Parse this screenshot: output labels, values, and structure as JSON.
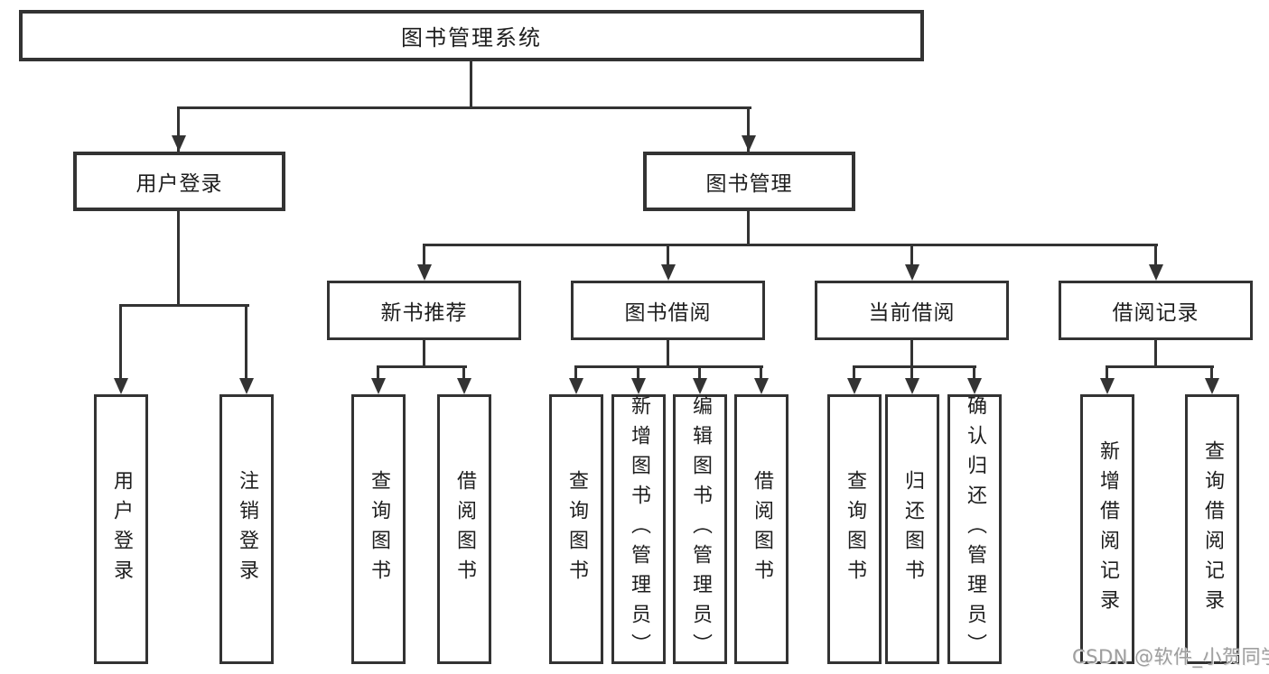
{
  "root": {
    "label": "图书管理系统"
  },
  "level2": {
    "user_login": {
      "label": "用户登录"
    },
    "book_mgmt": {
      "label": "图书管理"
    }
  },
  "level3": {
    "new_books": {
      "label": "新书推荐"
    },
    "borrowing": {
      "label": "图书借阅"
    },
    "current": {
      "label": "当前借阅"
    },
    "records": {
      "label": "借阅记录"
    }
  },
  "leaves": {
    "login": {
      "label": "用户登录"
    },
    "logout": {
      "label": "注销登录"
    },
    "nb_query": {
      "label": "查询图书"
    },
    "nb_borrow": {
      "label": "借阅图书"
    },
    "bw_query": {
      "label": "查询图书"
    },
    "bw_add": {
      "label": "新增图书（管理员）"
    },
    "bw_edit": {
      "label": "编辑图书（管理员）"
    },
    "bw_borrow": {
      "label": "借阅图书"
    },
    "cur_query": {
      "label": "查询图书"
    },
    "cur_return": {
      "label": "归还图书"
    },
    "cur_confirm": {
      "label": "确认归还（管理员）"
    },
    "rec_add": {
      "label": "新增借阅记录"
    },
    "rec_query": {
      "label": "查询借阅记录"
    }
  },
  "watermark": {
    "text": "CSDN @软件_小贺同学"
  },
  "colors": {
    "line": "#333333",
    "text": "#1e1e1e",
    "watermark": "#9e9e9e",
    "background": "#ffffff"
  }
}
